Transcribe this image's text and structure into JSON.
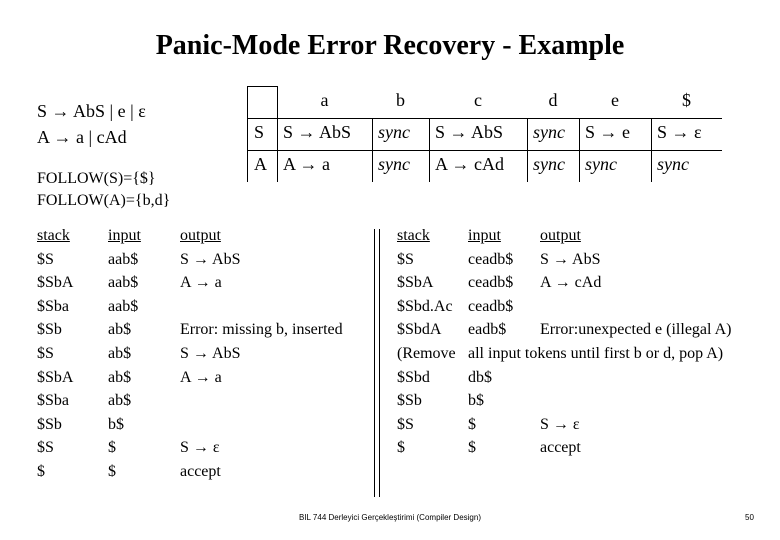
{
  "title": "Panic-Mode Error Recovery - Example",
  "grammar": [
    "S → AbS  |  e  |  ε",
    "A → a  |  cAd"
  ],
  "follow": [
    "FOLLOW(S)={$}",
    "FOLLOW(A)={b,d}"
  ],
  "parse_table": {
    "headers": [
      "a",
      "b",
      "c",
      "d",
      "e",
      "$"
    ],
    "rows": [
      {
        "nt": "S",
        "cells": [
          "S → AbS",
          "sync",
          "S → AbS",
          "sync",
          "S → e",
          "S → ε"
        ]
      },
      {
        "nt": "A",
        "cells": [
          "A → a",
          "sync",
          "A → cAd",
          "sync",
          "sync",
          "sync"
        ]
      }
    ]
  },
  "trace_left": {
    "headers": {
      "stack": "stack",
      "input": "input",
      "output": "output"
    },
    "rows": [
      {
        "stack": "$S",
        "input": "aab$",
        "output": "S → AbS"
      },
      {
        "stack": "$SbA",
        "input": "aab$",
        "output": "A → a"
      },
      {
        "stack": "$Sba",
        "input": "aab$",
        "output": ""
      },
      {
        "stack": "$Sb",
        "input": "ab$",
        "output": "Error: missing b, inserted"
      },
      {
        "stack": "$S",
        "input": "ab$",
        "output": "S → AbS"
      },
      {
        "stack": "$SbA",
        "input": "ab$",
        "output": "A → a"
      },
      {
        "stack": "$Sba",
        "input": "ab$",
        "output": ""
      },
      {
        "stack": "$Sb",
        "input": "b$",
        "output": ""
      },
      {
        "stack": "$S",
        "input": "$",
        "output": "S → ε"
      },
      {
        "stack": "$",
        "input": "$",
        "output": "accept"
      }
    ]
  },
  "trace_right": {
    "headers": {
      "stack": "stack",
      "input": "input",
      "output": "output"
    },
    "rows": [
      {
        "stack": "$S",
        "input": "ceadb$",
        "output": " S → AbS"
      },
      {
        "stack": "$SbA",
        "input": "ceadb$",
        "output": " A → cAd"
      },
      {
        "stack": "$Sbd.Ac",
        "input": "ceadb$",
        "output": ""
      },
      {
        "stack": "$SbdA",
        "input": "eadb$",
        "output": "Error:unexpected e (illegal A)"
      },
      {
        "stack": "(Remove",
        "input": "all input tokens until first b or d, pop A)",
        "output": ""
      },
      {
        "stack": "$Sbd",
        "input": "db$",
        "output": ""
      },
      {
        "stack": "$Sb",
        "input": "b$",
        "output": ""
      },
      {
        "stack": "$S",
        "input": "$",
        "output": " S → ε"
      },
      {
        "stack": "$",
        "input": "$",
        "output": "accept"
      }
    ]
  },
  "footer": "BIL 744 Derleyici Gerçekleştirimi (Compiler Design)",
  "page_number": "50"
}
